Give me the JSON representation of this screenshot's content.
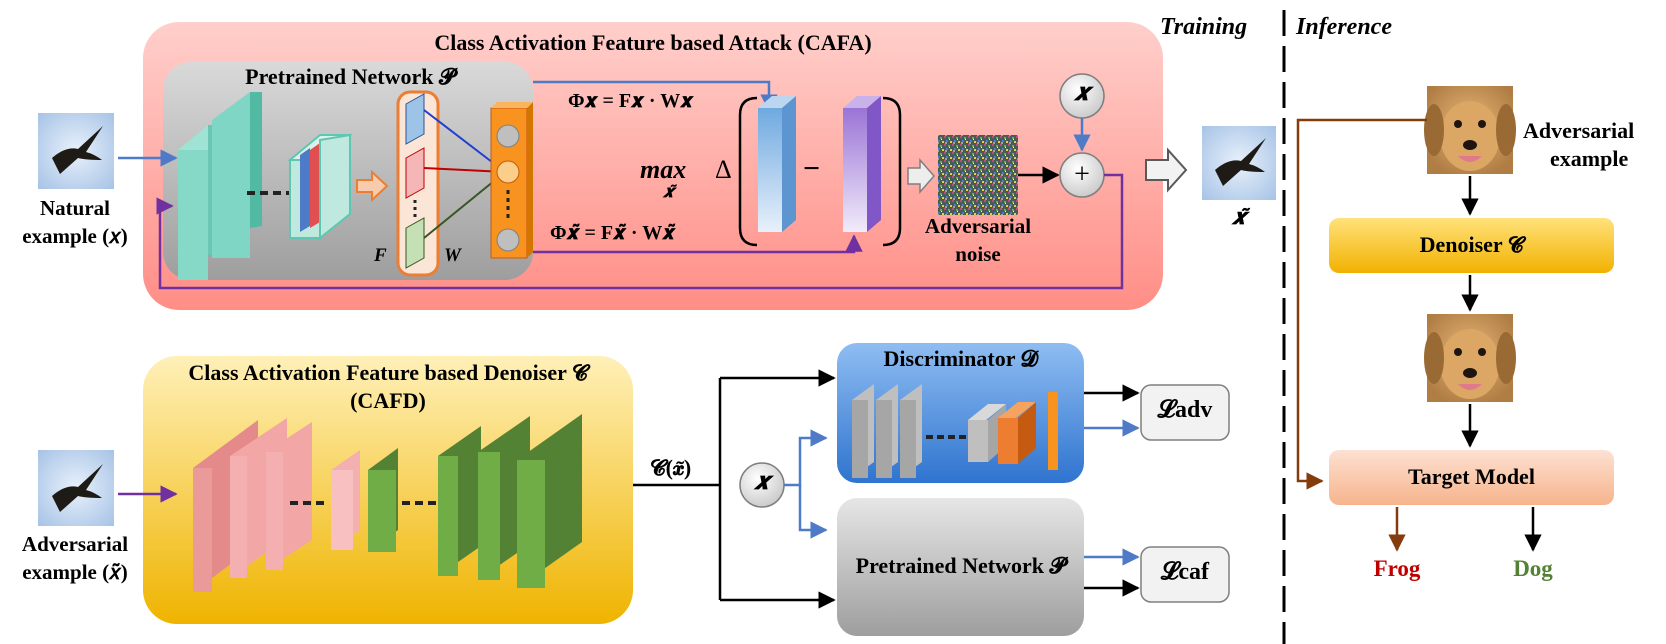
{
  "training": {
    "header": "Training",
    "cafa": {
      "title": "Class Activation Feature based Attack (CAFA)",
      "network_title": "Pretrained Network 𝓟",
      "label_f": "F",
      "label_w": "W",
      "phi_x": "Φ𝒙 = F𝒙 · W𝒙",
      "phi_xt": "Φ𝒙̃ = F𝒙̃ · W𝒙̃",
      "max_label": "max",
      "max_sub": "𝒙̃",
      "delta": "Δ",
      "minus": "−",
      "noise_label_1": "Adversarial",
      "noise_label_2": "noise",
      "x_node": "𝒙",
      "plus": "+",
      "output_label": "𝒙̃"
    },
    "natural_label_1": "Natural",
    "natural_label_2": "example (𝑥)",
    "cafd": {
      "title_1": "Class Activation Feature based Denoiser 𝓒",
      "title_2": "(CAFD)"
    },
    "adv_label_1": "Adversarial",
    "adv_label_2": "example (𝑥̃)",
    "c_output": "𝓒(𝒙̃)",
    "x_node2": "𝒙",
    "discriminator_title": "Discriminator 𝓓",
    "pretrained_title": "Pretrained Network 𝓟",
    "loss_adv": "𝓛adv",
    "loss_caf": "𝓛caf"
  },
  "inference": {
    "header": "Inference",
    "adv_label_1": "Adversarial",
    "adv_label_2": "example",
    "denoiser": "Denoiser 𝓒",
    "target": "Target Model",
    "frog": "Frog",
    "dog": "Dog"
  },
  "colors": {
    "cafa_bg": "#ff9e96",
    "cafd_bg": "#f7c940",
    "teal": "#7fd6c4",
    "pink": "#f0a0a0",
    "green": "#6aab46",
    "orange": "#f7931e",
    "blue_arrow": "#4f7ac8",
    "purple_arrow": "#7030a0",
    "brown_arrow": "#843c0c",
    "frog": "#c00000",
    "dog": "#548235"
  }
}
